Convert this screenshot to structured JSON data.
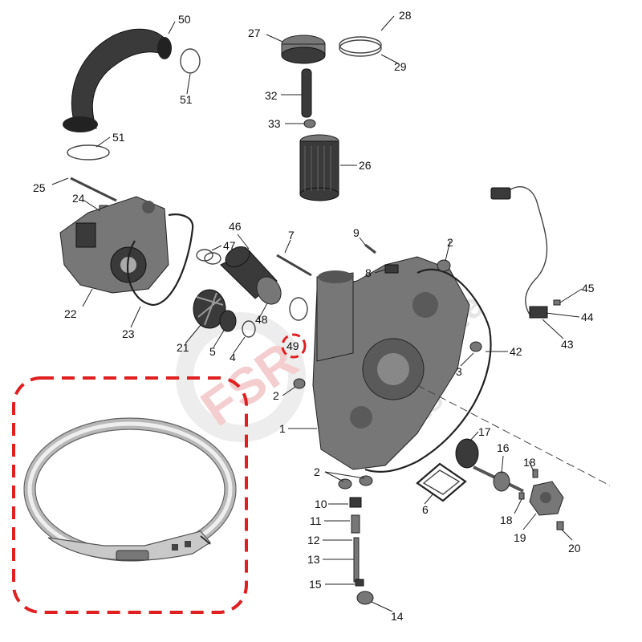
{
  "callouts": [
    {
      "id": "c50",
      "text": "50"
    },
    {
      "id": "c51a",
      "text": "51"
    },
    {
      "id": "c51b",
      "text": "51"
    },
    {
      "id": "c25",
      "text": "25"
    },
    {
      "id": "c24",
      "text": "24"
    },
    {
      "id": "c22",
      "text": "22"
    },
    {
      "id": "c23",
      "text": "23"
    },
    {
      "id": "c27",
      "text": "27"
    },
    {
      "id": "c28",
      "text": "28"
    },
    {
      "id": "c29",
      "text": "29"
    },
    {
      "id": "c32",
      "text": "32"
    },
    {
      "id": "c33",
      "text": "33"
    },
    {
      "id": "c26",
      "text": "26"
    },
    {
      "id": "c46",
      "text": "46"
    },
    {
      "id": "c47",
      "text": "47"
    },
    {
      "id": "c48",
      "text": "48"
    },
    {
      "id": "c21",
      "text": "21"
    },
    {
      "id": "c5",
      "text": "5"
    },
    {
      "id": "c4",
      "text": "4"
    },
    {
      "id": "c7",
      "text": "7"
    },
    {
      "id": "c49",
      "text": "49"
    },
    {
      "id": "c9",
      "text": "9"
    },
    {
      "id": "c8",
      "text": "8"
    },
    {
      "id": "c2a",
      "text": "2"
    },
    {
      "id": "c2b",
      "text": "2"
    },
    {
      "id": "c2c",
      "text": "2"
    },
    {
      "id": "c45",
      "text": "45"
    },
    {
      "id": "c44",
      "text": "44"
    },
    {
      "id": "c43",
      "text": "43"
    },
    {
      "id": "c42",
      "text": "42"
    },
    {
      "id": "c3",
      "text": "3"
    },
    {
      "id": "c1",
      "text": "1"
    },
    {
      "id": "c17",
      "text": "17"
    },
    {
      "id": "c16",
      "text": "16"
    },
    {
      "id": "c18a",
      "text": "18"
    },
    {
      "id": "c18b",
      "text": "18"
    },
    {
      "id": "c19",
      "text": "19"
    },
    {
      "id": "c20",
      "text": "20"
    },
    {
      "id": "c6",
      "text": "6"
    },
    {
      "id": "c10",
      "text": "10"
    },
    {
      "id": "c11",
      "text": "11"
    },
    {
      "id": "c12",
      "text": "12"
    },
    {
      "id": "c13",
      "text": "13"
    },
    {
      "id": "c15",
      "text": "15"
    },
    {
      "id": "c14",
      "text": "14"
    }
  ],
  "highlight": {
    "part_number": "49",
    "color": "#e02020"
  },
  "watermark": {
    "logo": "FSR",
    "line1": "Motorcycle",
    "line2": "Parts"
  },
  "colors": {
    "part_dark": "#3a3a3a",
    "highlight": "#e02020",
    "watermark": "#e3e3e3"
  }
}
